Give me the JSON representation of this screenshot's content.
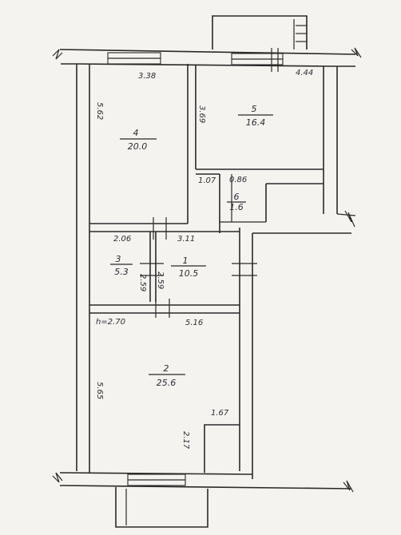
{
  "plan": {
    "rooms": [
      {
        "number": "4",
        "area": "20.0"
      },
      {
        "number": "5",
        "area": "16.4"
      },
      {
        "number": "6",
        "area": "1.6"
      },
      {
        "number": "3",
        "area": "5.3"
      },
      {
        "number": "1",
        "area": "10.5"
      },
      {
        "number": "2",
        "area": "25.6"
      }
    ],
    "dimensions": {
      "room4_width": "3.38",
      "room5_width": "4.44",
      "room4_length": "5.62",
      "room5_length": "3.69",
      "room6_width_a": "1.07",
      "room6_width_b": "0.86",
      "room3_width": "2.06",
      "room1_width": "3.11",
      "room3_length": "2.59",
      "room1_length": "2.59",
      "ceiling_height": "h=2.70",
      "room2_width": "5.16",
      "room2_length": "5.65",
      "niche_width": "1.67",
      "niche_length": "2.17"
    }
  }
}
